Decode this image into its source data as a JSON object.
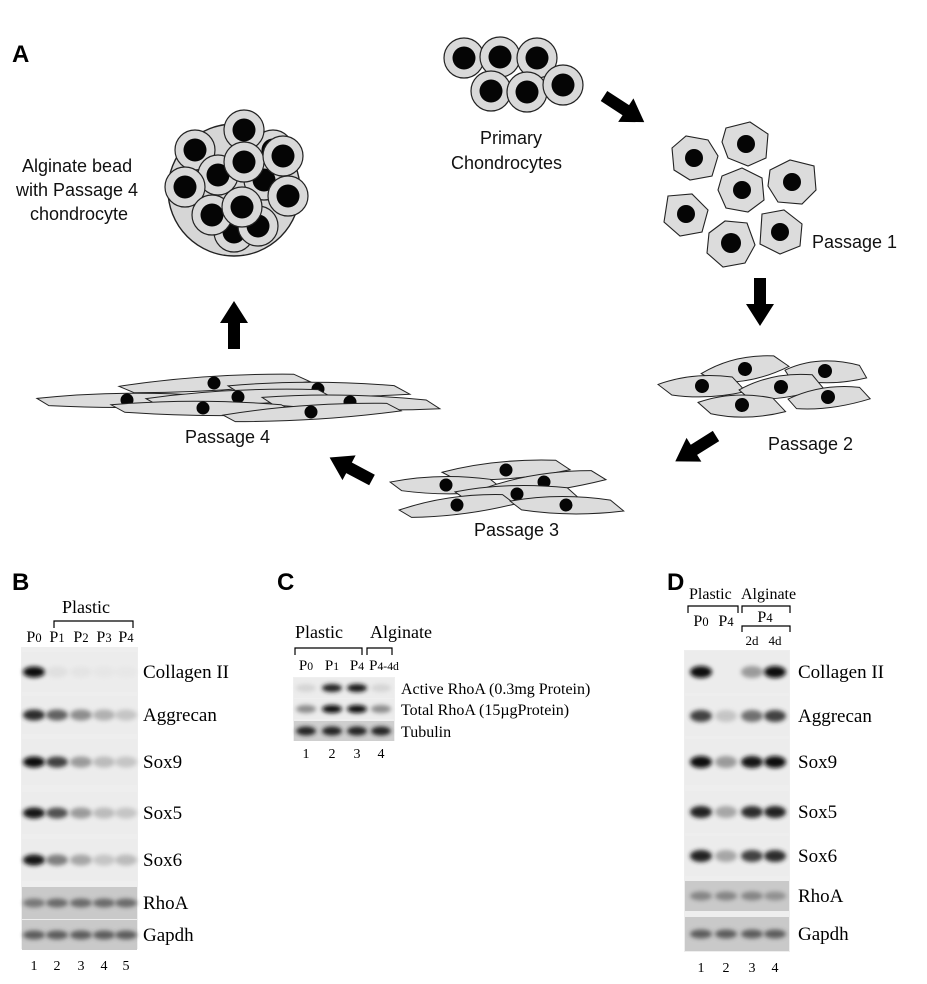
{
  "panel_a": {
    "letter": "A",
    "labels": {
      "primary_line1": "Primary",
      "primary_line2": "Chondrocytes",
      "alginate_line1": "Alginate bead",
      "alginate_line2": "with Passage 4",
      "alginate_line3": "chondrocyte",
      "passage1": "Passage 1",
      "passage2": "Passage 2",
      "passage3": "Passage 3",
      "passage4": "Passage 4"
    }
  },
  "panel_b": {
    "letter": "B",
    "group_label": "Plastic",
    "lane_headers": [
      {
        "main": "P",
        "sub": "0"
      },
      {
        "main": "P",
        "sub": "1"
      },
      {
        "main": "P",
        "sub": "2"
      },
      {
        "main": "P",
        "sub": "3"
      },
      {
        "main": "P",
        "sub": "4"
      }
    ],
    "blots": [
      {
        "label": "Collagen II",
        "intensities": [
          1.0,
          0.12,
          0.08,
          0.06,
          0.05
        ]
      },
      {
        "label": "Aggrecan",
        "intensities": [
          0.85,
          0.7,
          0.55,
          0.4,
          0.3
        ]
      },
      {
        "label": "Sox9",
        "intensities": [
          1.0,
          0.8,
          0.5,
          0.35,
          0.3
        ]
      },
      {
        "label": "Sox5",
        "intensities": [
          0.95,
          0.75,
          0.5,
          0.35,
          0.3
        ]
      },
      {
        "label": "Sox6",
        "intensities": [
          0.95,
          0.6,
          0.45,
          0.3,
          0.35
        ]
      },
      {
        "label": "RhoA",
        "intensities": [
          0.6,
          0.65,
          0.65,
          0.65,
          0.65
        ]
      },
      {
        "label": "Gapdh",
        "intensities": [
          0.7,
          0.7,
          0.7,
          0.7,
          0.7
        ]
      }
    ],
    "lane_numbers": [
      "1",
      "2",
      "3",
      "4",
      "5"
    ]
  },
  "panel_c": {
    "letter": "C",
    "group_plastic": "Plastic",
    "group_alginate": "Alginate",
    "lane_headers": [
      {
        "main": "P",
        "sub": "0",
        "suffix": ""
      },
      {
        "main": "P",
        "sub": "1",
        "suffix": ""
      },
      {
        "main": "P",
        "sub": "4",
        "suffix": ""
      },
      {
        "main": "P",
        "sub": "4",
        "suffix": "-4d"
      }
    ],
    "blots": [
      {
        "label": "Active RhoA (0.3mg Protein)",
        "intensities": [
          0.2,
          0.9,
          0.95,
          0.2
        ]
      },
      {
        "label": "Total RhoA (15µgProtein)",
        "intensities": [
          0.55,
          1.0,
          1.0,
          0.55
        ]
      },
      {
        "label": "Tubulin",
        "intensities": [
          0.9,
          0.9,
          0.9,
          0.9
        ]
      }
    ],
    "lane_numbers": [
      "1",
      "2",
      "3",
      "4"
    ]
  },
  "panel_d": {
    "letter": "D",
    "group_plastic": "Plastic",
    "group_alginate": "Alginate",
    "lane_headers": [
      {
        "main": "P",
        "sub": "0"
      },
      {
        "main": "P",
        "sub": "4"
      }
    ],
    "alginate_header": {
      "main": "P",
      "sub": "4"
    },
    "day_labels": [
      "2d",
      "4d"
    ],
    "blots": [
      {
        "label": "Collagen II",
        "intensities": [
          1.0,
          0.0,
          0.5,
          1.0
        ]
      },
      {
        "label": "Aggrecan",
        "intensities": [
          0.8,
          0.3,
          0.65,
          0.8
        ]
      },
      {
        "label": "Sox9",
        "intensities": [
          1.0,
          0.5,
          0.95,
          1.0
        ]
      },
      {
        "label": "Sox5",
        "intensities": [
          0.9,
          0.45,
          0.85,
          0.9
        ]
      },
      {
        "label": "Sox6",
        "intensities": [
          0.9,
          0.45,
          0.8,
          0.85
        ]
      },
      {
        "label": "RhoA",
        "intensities": [
          0.55,
          0.55,
          0.55,
          0.5
        ]
      },
      {
        "label": "Gapdh",
        "intensities": [
          0.7,
          0.7,
          0.7,
          0.7
        ]
      }
    ],
    "lane_numbers": [
      "1",
      "2",
      "3",
      "4"
    ]
  }
}
